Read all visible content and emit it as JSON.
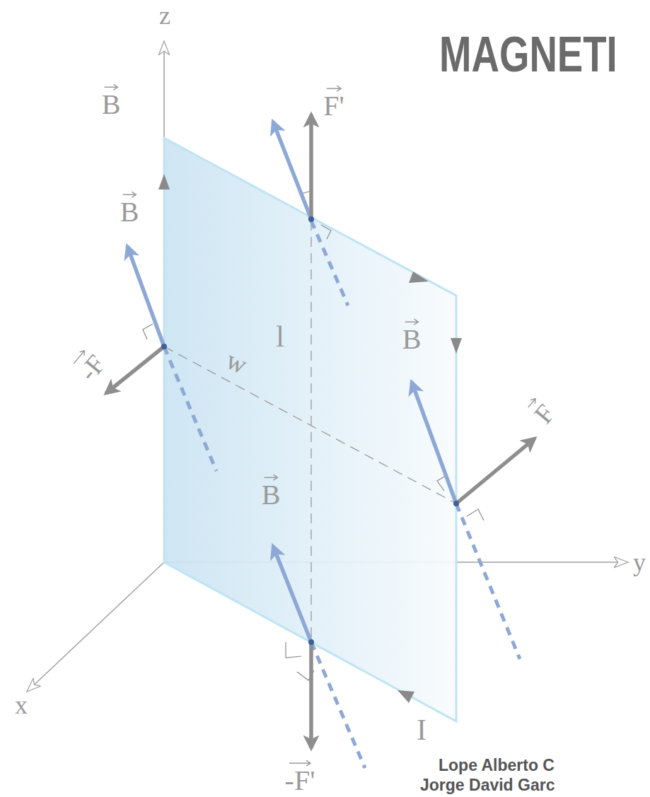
{
  "diagram": {
    "title": "MAGNETI",
    "labels": [
      "z",
      "B",
      "F'",
      "B",
      "l",
      "w",
      "B",
      "-F",
      "F",
      "B",
      "y",
      "x",
      "-F'",
      "I",
      "Lope Alberto C",
      "Jorge David Garc"
    ]
  }
}
